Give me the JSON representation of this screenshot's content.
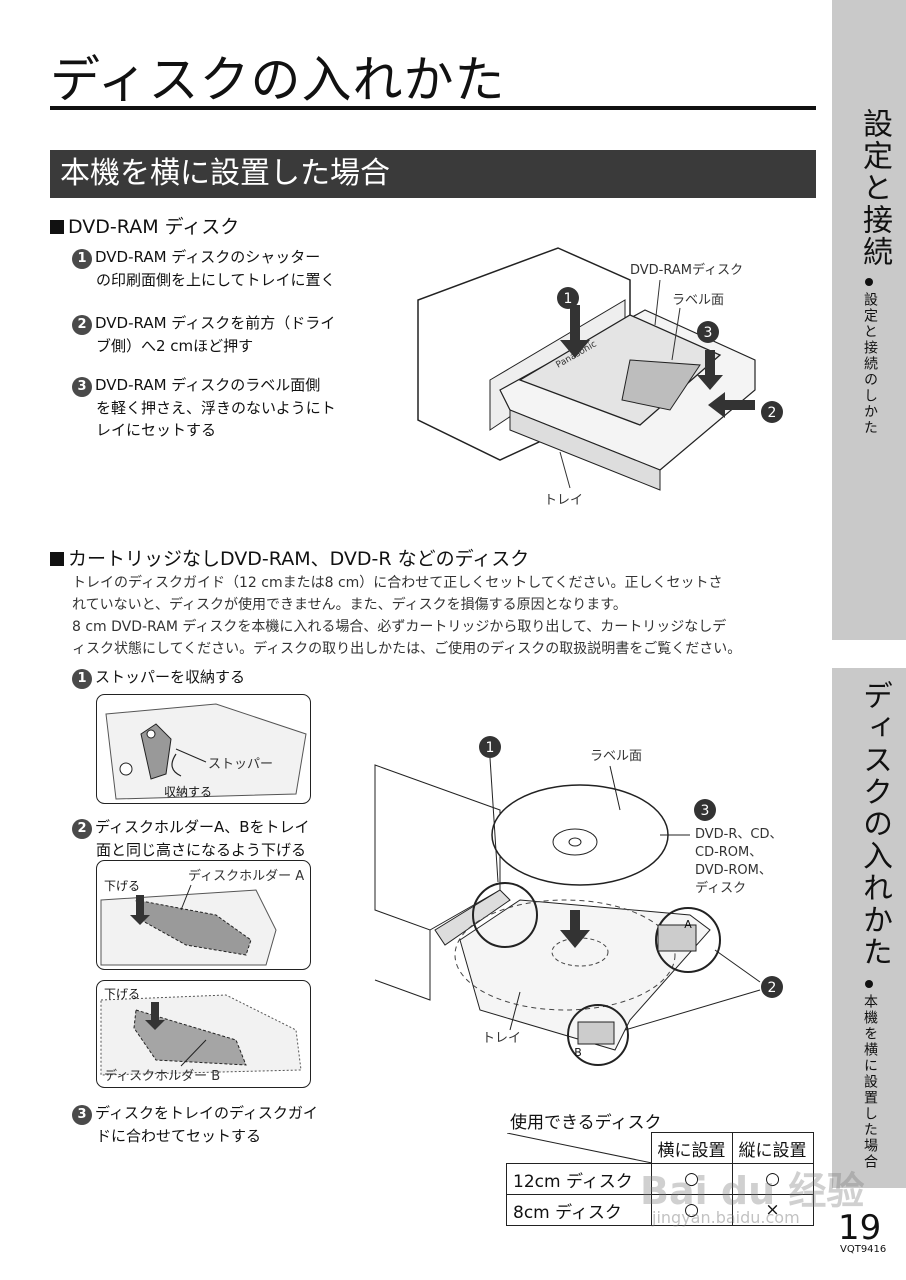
{
  "title": "ディスクの入れかた",
  "section": "本機を横に設置した場合",
  "side_tabs": {
    "tab1_main": "設定と接続",
    "tab1_sub": "設定と接続のしかた",
    "tab2_main": "ディスクの入れかた",
    "tab2_sub": "本機を横に設置した場合"
  },
  "dvdram": {
    "heading": "DVD-RAM ディスク",
    "steps": [
      {
        "num": "1",
        "lines": [
          "DVD-RAM ディスクのシャッター",
          "の印刷面側を上にしてトレイに置く"
        ]
      },
      {
        "num": "2",
        "lines": [
          "DVD-RAM ディスクを前方（ドライ",
          "ブ側）へ2 cmほど押す"
        ]
      },
      {
        "num": "3",
        "lines": [
          "DVD-RAM ディスクのラベル面側",
          "を軽く押さえ、浮きのないようにト",
          "レイにセットする"
        ]
      }
    ],
    "figure": {
      "disc_label": "DVD-RAMディスク",
      "label_side": "ラベル面",
      "tray": "トレイ",
      "brand": "Panasonic",
      "n1": "1",
      "n2": "2",
      "n3": "3"
    }
  },
  "cartridge": {
    "heading": "カートリッジなしDVD-RAM、DVD-R などのディスク",
    "body": [
      "トレイのディスクガイド（12 cmまたは8 cm）に合わせて正しくセットしてください。正しくセットさ",
      "れていないと、ディスクが使用できません。また、ディスクを損傷する原因となります。",
      "8 cm DVD-RAM ディスクを本機に入れる場合、必ずカートリッジから取り出して、カートリッジなしデ",
      "ィスク状態にしてください。ディスクの取り出しかたは、ご使用のディスクの取扱説明書をご覧ください。"
    ],
    "step1": {
      "num": "1",
      "text": "ストッパーを収納する",
      "fig_stopper": "ストッパー",
      "fig_store": "収納する"
    },
    "step2": {
      "num": "2",
      "lines": [
        "ディスクホルダーA、Bをトレイ",
        "面と同じ高さになるよう下げる"
      ],
      "fig_lower": "下げる",
      "holder_a": "ディスクホルダー A",
      "holder_b": "ディスクホルダー B"
    },
    "step3": {
      "num": "3",
      "lines": [
        "ディスクをトレイのディスクガイ",
        "ドに合わせてセットする"
      ]
    },
    "figure": {
      "label_side": "ラベル面",
      "disc_types": [
        "DVD-R、CD、",
        "CD-ROM、",
        "DVD-ROM、",
        "ディスク"
      ],
      "tray": "トレイ",
      "a": "A",
      "b": "B",
      "n1": "1",
      "n2": "2",
      "n3": "3"
    }
  },
  "table": {
    "heading": "使用できるディスク",
    "columns": [
      "横に設置",
      "縦に設置"
    ],
    "rows": [
      {
        "label": "12cm ディスク",
        "h": "○",
        "v": "○"
      },
      {
        "label": "8cm ディスク",
        "h": "○",
        "v": "×"
      }
    ]
  },
  "footer": {
    "page": "19",
    "code": "VQT9416"
  },
  "watermark": {
    "main": "Bai du 经验",
    "url": "jingyan.baidu.com"
  }
}
